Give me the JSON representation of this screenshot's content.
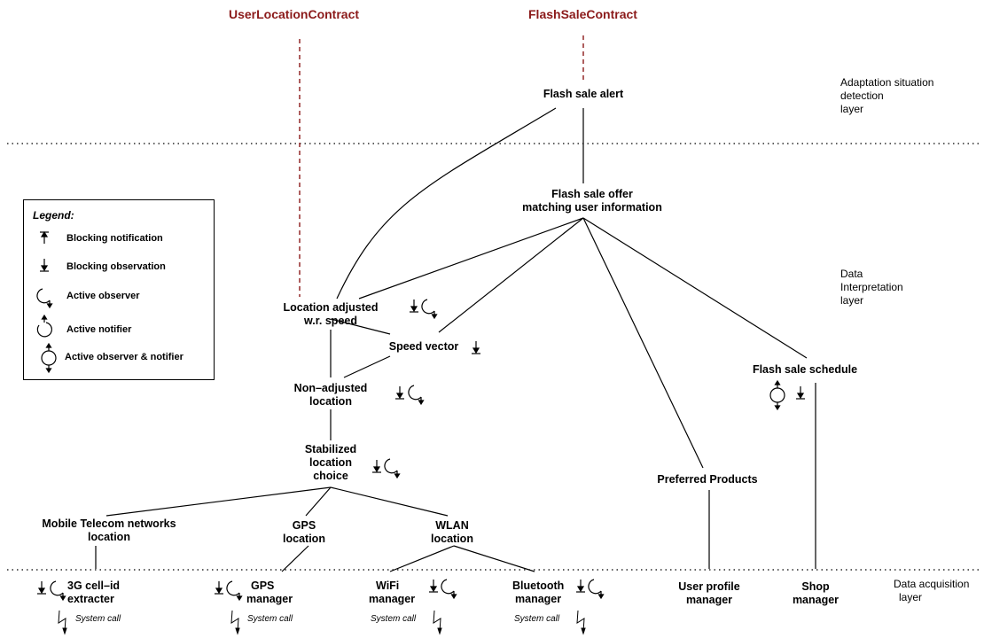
{
  "contracts": {
    "user_location": "UserLocationContract",
    "flash_sale": "FlashSaleContract"
  },
  "layers": {
    "adaptation": [
      "Adaptation situation",
      "detection",
      "layer"
    ],
    "interpretation": [
      "Data",
      "Interpretation",
      "layer"
    ],
    "acquisition": [
      "Data acquisition",
      "layer"
    ]
  },
  "nodes": {
    "flash_sale_alert": "Flash sale alert",
    "flash_sale_offer": [
      "Flash sale offer",
      "matching user information"
    ],
    "location_adjusted": [
      "Location adjusted",
      "w.r. speed"
    ],
    "speed_vector": "Speed vector",
    "non_adjusted": [
      "Non–adjusted",
      "location"
    ],
    "stabilized": [
      "Stabilized",
      "location",
      "choice"
    ],
    "mobile_telecom": [
      "Mobile Telecom networks",
      "location"
    ],
    "gps_location": [
      "GPS",
      "location"
    ],
    "wlan_location": [
      "WLAN",
      "location"
    ],
    "preferred_products": "Preferred Products",
    "flash_sale_schedule": "Flash sale schedule",
    "cellid_extracter": [
      "3G cell–id",
      "extracter"
    ],
    "gps_manager": [
      "GPS",
      "manager"
    ],
    "wifi_manager": [
      "WiFi",
      "manager"
    ],
    "bluetooth_manager": [
      "Bluetooth",
      "manager"
    ],
    "user_profile_manager": [
      "User profile",
      "manager"
    ],
    "shop_manager": [
      "Shop",
      "manager"
    ]
  },
  "system_call": "System call",
  "legend": {
    "title": "Legend:",
    "blocking_notification": "Blocking notification",
    "blocking_observation": "Blocking observation",
    "active_observer": "Active observer",
    "active_notifier": "Active notifier",
    "active_observer_notifier": "Active observer & notifier"
  },
  "colors": {
    "contract": "#8b1a1a",
    "line": "#000000"
  },
  "icons": [
    "blocking-observation-icon",
    "blocking-notification-icon",
    "active-observer-icon",
    "active-notifier-icon",
    "active-observer-notifier-icon",
    "lightning-icon"
  ]
}
